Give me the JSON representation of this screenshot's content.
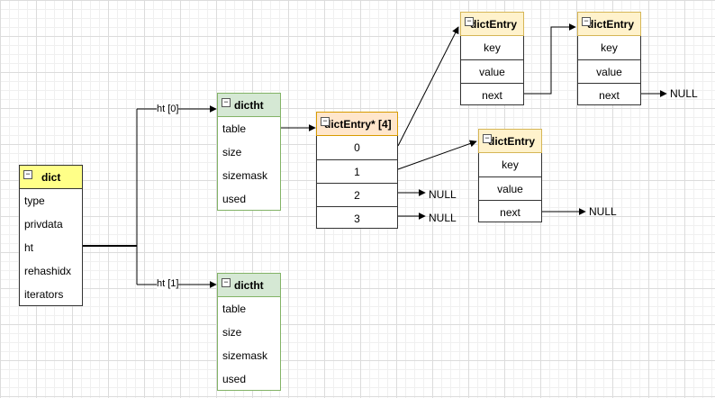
{
  "dict": {
    "title": "dict",
    "fields": [
      "type",
      "privdata",
      "ht",
      "rehashidx",
      "iterators"
    ]
  },
  "dictht": {
    "title": "dictht",
    "fields": [
      "table",
      "size",
      "sizemask",
      "used"
    ]
  },
  "edges": {
    "ht0": "ht [0]",
    "ht1": "ht [1]"
  },
  "table": {
    "title": "dictEntry* [4]",
    "slots": [
      "0",
      "1",
      "2",
      "3"
    ]
  },
  "entry": {
    "title": "dictEntry",
    "fields": [
      "key",
      "value",
      "next"
    ]
  },
  "null_label": "NULL",
  "colors": {
    "dict_header": "#ffff88",
    "dictht_header": "#d5e8d4",
    "dictht_border": "#82b366",
    "entry_header": "#fff2cc",
    "entry_border": "#d6b656",
    "table_header": "#ffe6cc",
    "table_border": "#d79b00",
    "line": "#000000"
  }
}
